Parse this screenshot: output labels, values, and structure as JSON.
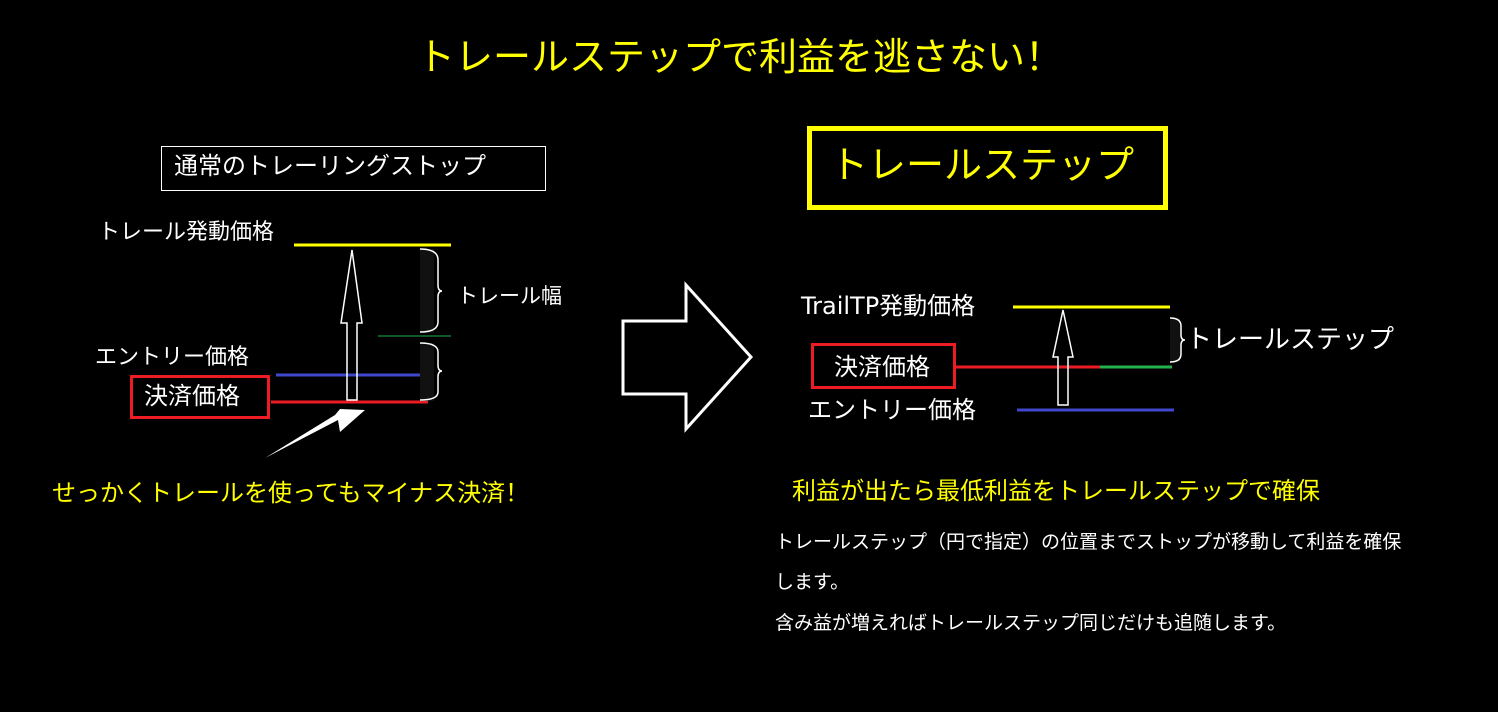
{
  "title": "トレールステップで利益を逃さない！",
  "left": {
    "heading": "通常のトレーリングストップ",
    "trigger_label": "トレール発動価格",
    "trail_width_label": "トレール幅",
    "entry_label": "エントリー価格",
    "exit_label": "決済価格",
    "caption": "せっかくトレールを使ってもマイナス決済！"
  },
  "right": {
    "heading": "トレールステップ",
    "trigger_label": "TrailTP発動価格",
    "exit_label": "決済価格",
    "step_label": "トレールステップ",
    "entry_label": "エントリー価格",
    "caption": "利益が出たら最低利益をトレールステップで確保",
    "description": [
      "トレールステップ（円で指定）の位置までストップが移動して利益を確保",
      "します。",
      "含み益が増えればトレールステップ同じだけも追随します。"
    ]
  },
  "colors": {
    "accent": "#ffff00",
    "trigger": "#ffff00",
    "entry": "#3f48cc",
    "exit": "#ed1c24",
    "step": "#22b14c"
  }
}
